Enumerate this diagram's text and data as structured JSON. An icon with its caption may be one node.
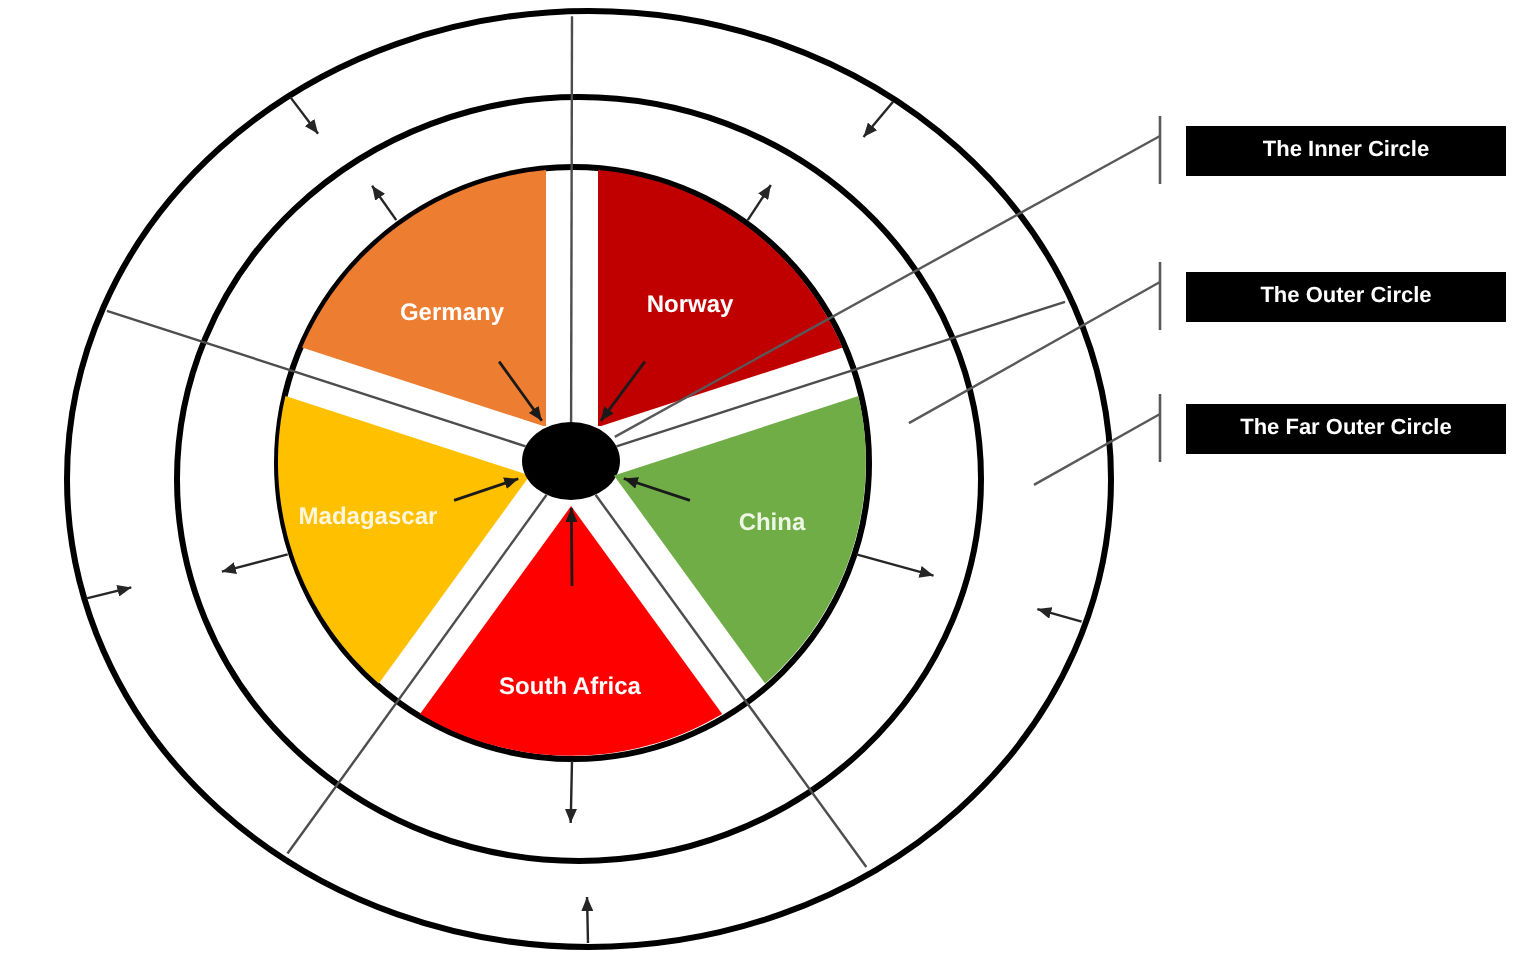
{
  "diagram": {
    "nodes": [
      {
        "text": [],
        "shape": "circle"
      },
      {
        "text": [],
        "shape": "circle",
        "in": 0
      },
      {
        "text": [],
        "shape": "circle",
        "in": 1
      },
      {
        "text": [
          "Germany"
        ],
        "in": 2
      },
      {
        "text": [
          "Norway"
        ],
        "in": 2
      },
      {
        "text": [
          "Madagascar"
        ],
        "in": 2
      },
      {
        "text": [],
        "shape": "circle",
        "in": 2
      },
      {
        "text": [
          "China"
        ],
        "in": 2
      },
      {
        "text": [
          "South Africa"
        ],
        "in": 2
      },
      {
        "text": [
          "The Inner Circle"
        ]
      },
      {
        "text": [
          "The Outer Circle"
        ]
      },
      {
        "text": [
          "The Far Outer Circle"
        ]
      }
    ],
    "edges": [
      {
        "from": 3,
        "to": 6,
        "arrow": "to"
      },
      {
        "from": 4,
        "to": 6,
        "arrow": "to"
      },
      {
        "from": 5,
        "to": 6,
        "arrow": "to"
      },
      {
        "from": 7,
        "to": 6,
        "arrow": "to"
      },
      {
        "from": 8,
        "to": 6,
        "arrow": "to"
      },
      {
        "from": 2,
        "to": 1,
        "arrow": "to"
      },
      {
        "from": 2,
        "to": 1,
        "arrow": "to"
      },
      {
        "from": 2,
        "to": 1,
        "arrow": "to"
      },
      {
        "from": 2,
        "to": 1,
        "arrow": "to"
      },
      {
        "from": 2,
        "to": 1,
        "arrow": "to"
      },
      {
        "from": 0,
        "to": 1,
        "arrow": "to"
      },
      {
        "from": 0,
        "to": 1,
        "arrow": "to"
      },
      {
        "from": 0,
        "to": 1,
        "arrow": "to"
      },
      {
        "from": 0,
        "to": 1,
        "arrow": "to"
      },
      {
        "from": 0,
        "to": 1,
        "arrow": "to"
      },
      {
        "from": 9,
        "to": 6,
        "arrow": "other"
      },
      {
        "from": 10,
        "to": 1,
        "arrow": "other"
      },
      {
        "from": 11,
        "to": 0,
        "arrow": "other"
      }
    ]
  }
}
